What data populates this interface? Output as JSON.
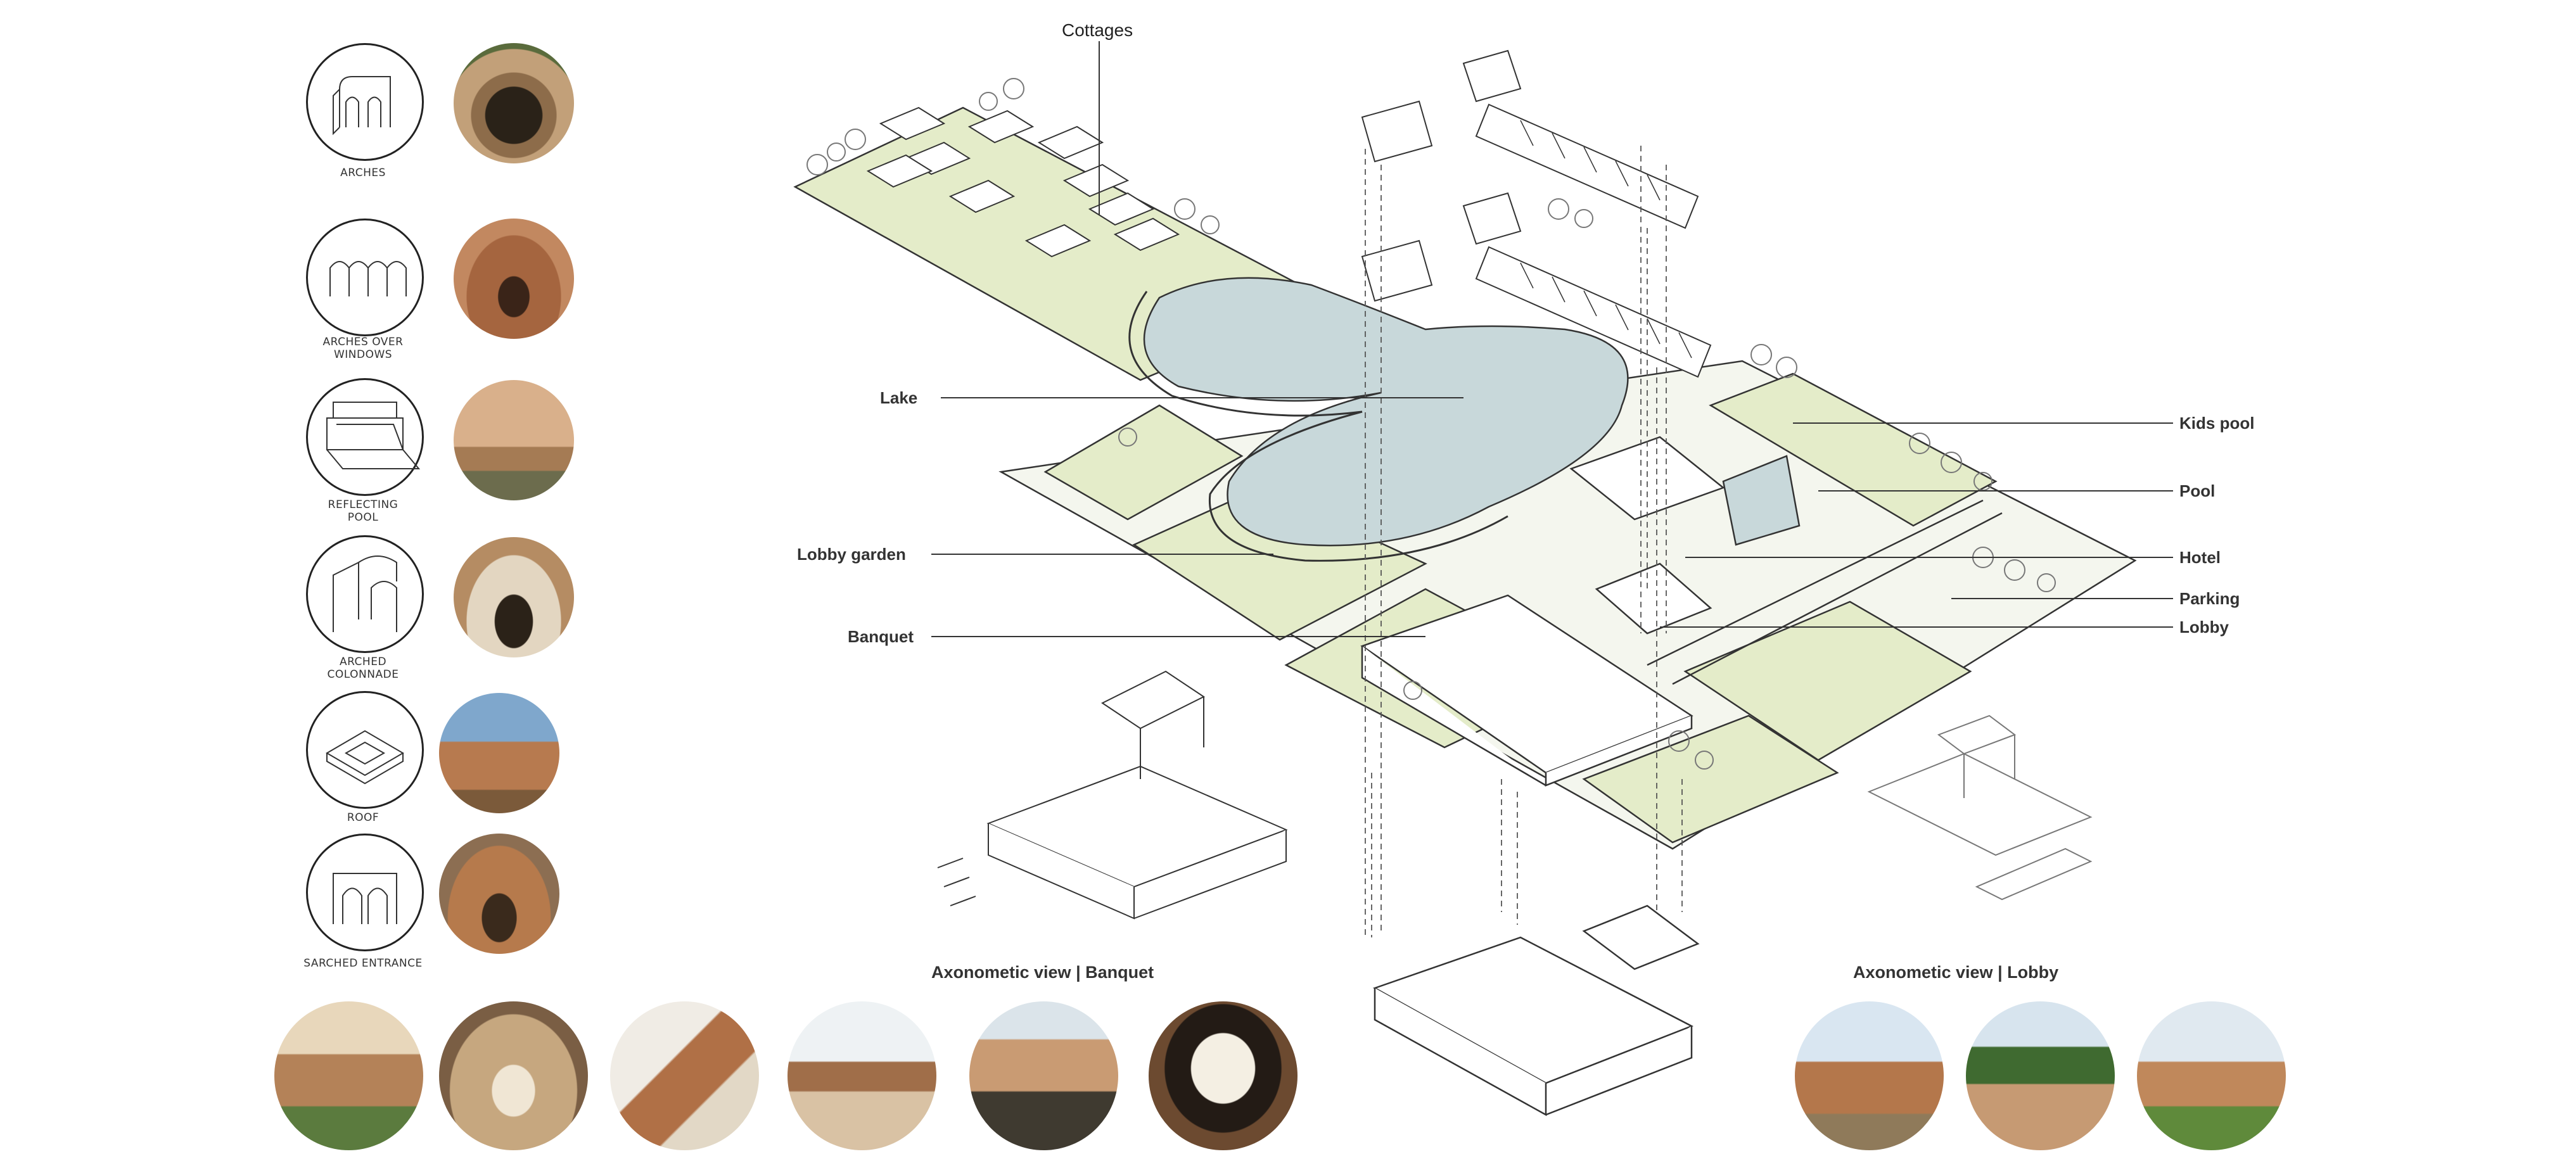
{
  "left_column": [
    {
      "caption": "ARCHES",
      "icon": "arch-sketch-icon"
    },
    {
      "caption": "ARCHES OVER WINDOWS",
      "icon": "arched-windows-sketch-icon"
    },
    {
      "caption": "REFLECTING POOL",
      "icon": "reflecting-pool-sketch-icon"
    },
    {
      "caption": "ARCHED COLONNADE",
      "icon": "colonnade-sketch-icon"
    },
    {
      "caption": "ROOF",
      "icon": "roof-sketch-icon"
    },
    {
      "caption": "SARCHED ENTRANCE",
      "icon": "entrance-sketch-icon"
    }
  ],
  "labels": {
    "cottages": "Cottages",
    "lake": "Lake",
    "lobby_garden": "Lobby garden",
    "banquet": "Banquet",
    "kids_pool": "Kids pool",
    "pool": "Pool",
    "hotel": "Hotel",
    "parking": "Parking",
    "lobby": "Lobby"
  },
  "view_titles": {
    "banquet": "Axonometic view | Banquet",
    "lobby": "Axonometic view | Lobby"
  },
  "colors": {
    "lawn": "#e4ecc9",
    "lake": "#c8d8da",
    "line": "#333333",
    "sand": "#c9a077",
    "terracotta": "#a86a45"
  }
}
